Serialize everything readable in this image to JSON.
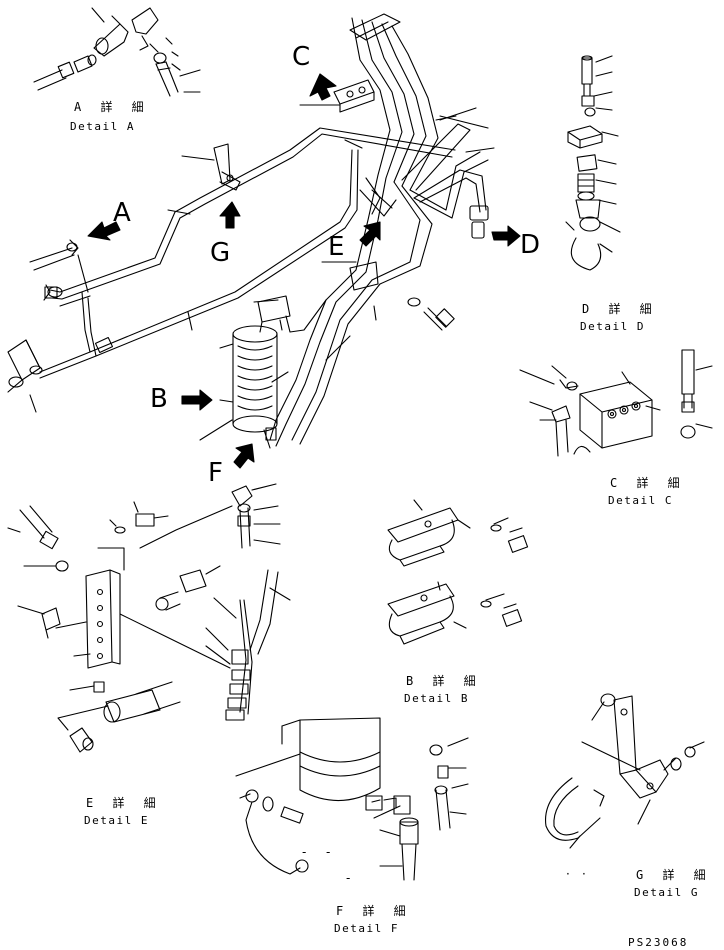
{
  "callouts": {
    "A": "A",
    "B": "B",
    "C": "C",
    "D": "D",
    "E": "E",
    "F": "F",
    "G": "G"
  },
  "details": {
    "A": {
      "jp": "A 詳 細",
      "en": "Detail A"
    },
    "B": {
      "jp": "B 詳 細",
      "en": "Detail B"
    },
    "C": {
      "jp": "C 詳 細",
      "en": "Detail C"
    },
    "D": {
      "jp": "D 詳 細",
      "en": "Detail D"
    },
    "E": {
      "jp": "E 詳 細",
      "en": "Detail E"
    },
    "F": {
      "jp": "F 詳 細",
      "en": "Detail F"
    },
    "G": {
      "jp": "G 詳 細",
      "en": "Detail G"
    }
  },
  "drawing_number": "PS23068",
  "marks": {
    "dash": "-",
    "dot": "·"
  },
  "colors": {
    "ink": "#000000",
    "paper": "#ffffff"
  }
}
